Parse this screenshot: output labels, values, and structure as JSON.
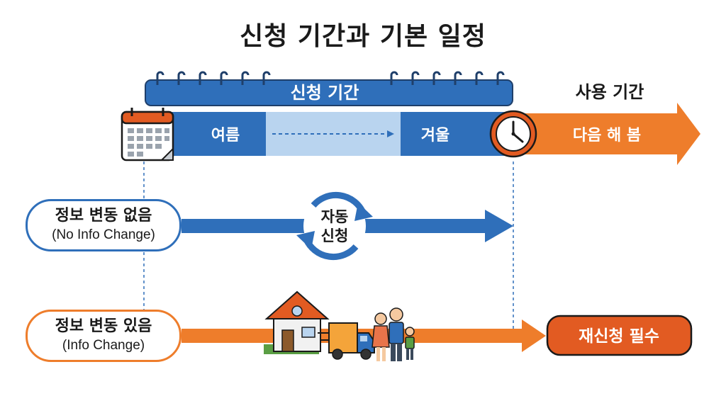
{
  "title": "신청 기간과 기본 일정",
  "application_period_label": "신청 기간",
  "usage_period_label": "사용 기간",
  "timeline": {
    "summer": "여름",
    "winter": "겨울",
    "next_spring": "다음 해 봄"
  },
  "no_change": {
    "label_ko": "정보 변동 없음",
    "label_en": "(No Info Change)",
    "result_line1": "자동",
    "result_line2": "신청"
  },
  "change": {
    "label_ko": "정보 변동 있음",
    "label_en": "(Info Change)",
    "result": "재신청 필수"
  },
  "colors": {
    "blue": "#2f6fba",
    "light_blue": "#b9d4ef",
    "orange": "#ee7d2b",
    "dark_orange": "#e25b22",
    "dark": "#1a1a1a"
  },
  "icons": [
    "calendar-icon",
    "clock-icon",
    "refresh-cycle-icon",
    "house-icon",
    "moving-truck-icon",
    "family-icon"
  ]
}
